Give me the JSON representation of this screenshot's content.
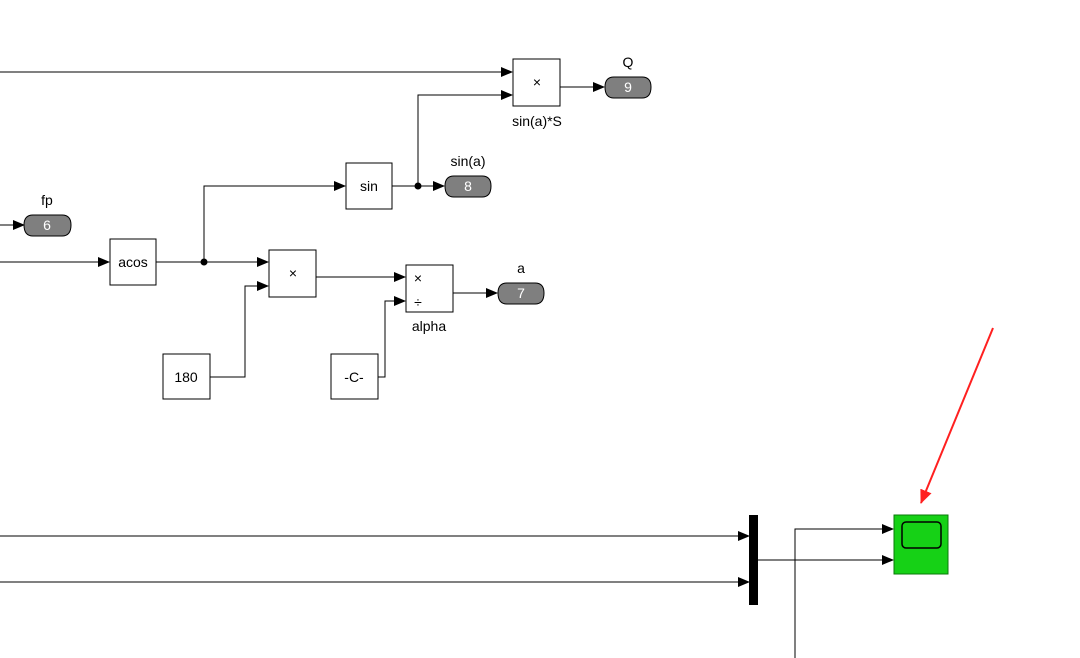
{
  "blocks": {
    "acos_label": "acos",
    "sin_label": "sin",
    "product_symbol": "×",
    "product_sin_name": "sin(a)*S",
    "const_180": "180",
    "const_c": "-C-",
    "alpha_mul": "×",
    "alpha_div": "÷",
    "alpha_name": "alpha"
  },
  "goto_tags": {
    "fp": {
      "tag_label": "fp",
      "port": "6"
    },
    "sina": {
      "tag_label": "sin(a)",
      "port": "8"
    },
    "q": {
      "tag_label": "Q",
      "port": "9"
    },
    "a": {
      "tag_label": "a",
      "port": "7"
    }
  },
  "colors": {
    "scope_fill": "#16d116",
    "goto_fill": "#7f7f7f",
    "annotation_arrow": "#ff2020"
  },
  "icons": {
    "scope": "scope-screen-icon",
    "annotation": "red-arrow-icon"
  }
}
